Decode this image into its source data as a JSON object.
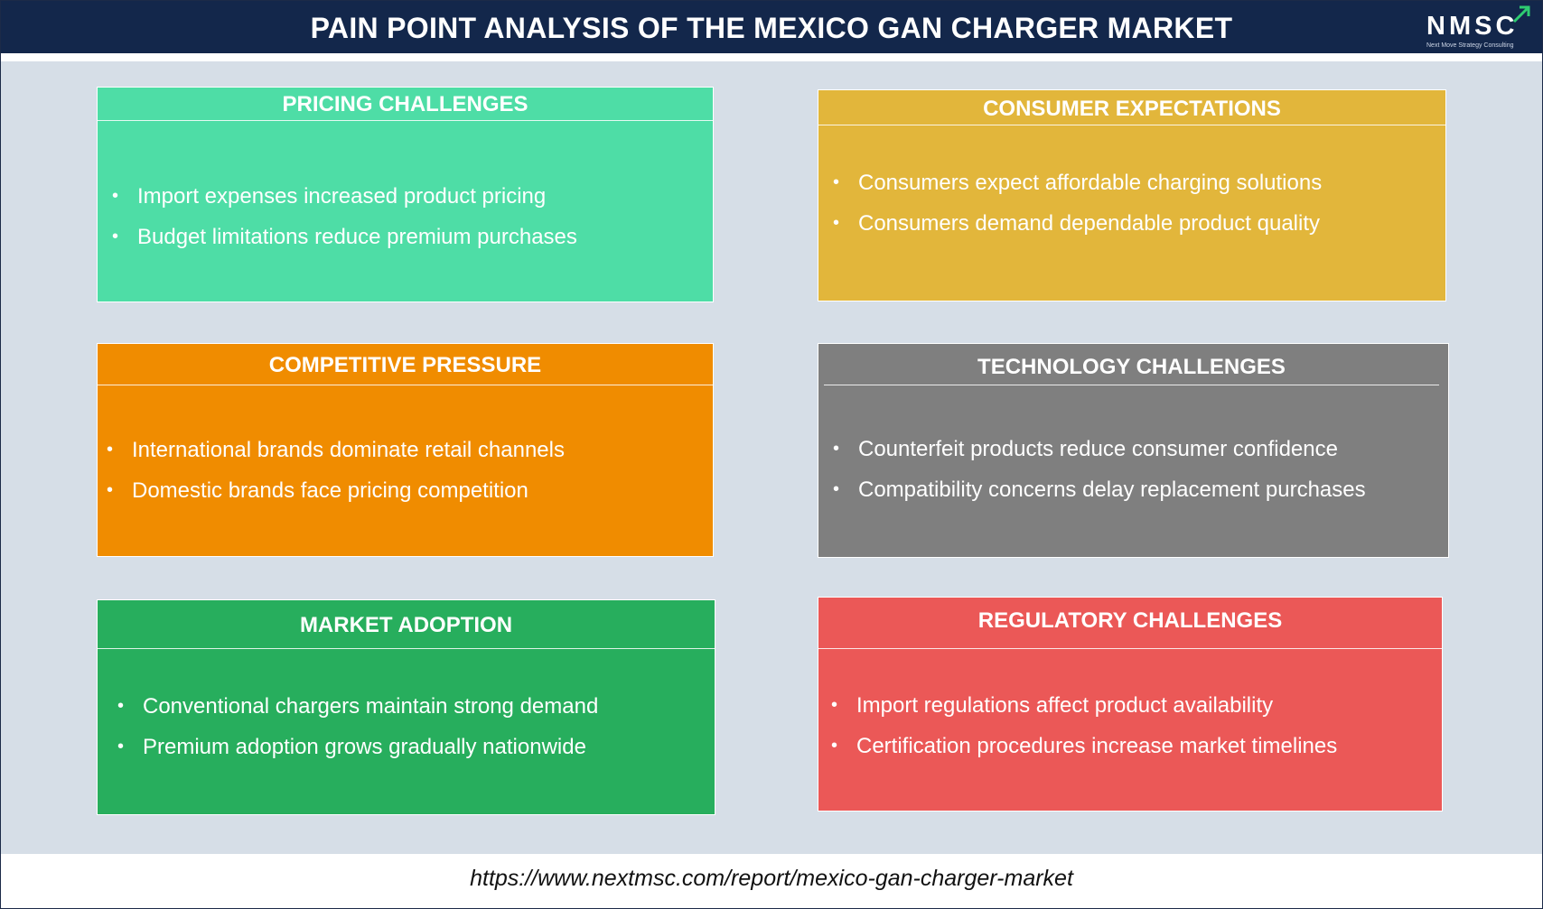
{
  "header": {
    "title": "PAIN POINT ANALYSIS OF THE MEXICO GAN CHARGER MARKET",
    "logo_text": "NMSC",
    "logo_subtext": "Next Move Strategy Consulting"
  },
  "colors": {
    "header_bg": "#13274b",
    "content_bg": "#d6dee7",
    "pricing": "#4edda6",
    "consumer": "#e2b63b",
    "competitive": "#f08c00",
    "technology": "#7f7f7f",
    "adoption": "#27ae5d",
    "regulatory": "#eb5857"
  },
  "cards": {
    "pricing": {
      "title": "PRICING CHALLENGES",
      "items": [
        "Import expenses increased product pricing",
        "Budget limitations reduce premium purchases"
      ]
    },
    "consumer": {
      "title": "CONSUMER EXPECTATIONS",
      "items": [
        "Consumers expect affordable charging solutions",
        "Consumers demand dependable product quality"
      ]
    },
    "competitive": {
      "title": "COMPETITIVE PRESSURE",
      "items": [
        "International brands dominate retail channels",
        "Domestic brands face pricing competition"
      ]
    },
    "technology": {
      "title": "TECHNOLOGY CHALLENGES",
      "items": [
        "Counterfeit products reduce consumer confidence",
        "Compatibility concerns delay replacement purchases"
      ]
    },
    "adoption": {
      "title": "MARKET ADOPTION",
      "items": [
        "Conventional chargers maintain strong demand",
        "Premium adoption grows gradually nationwide"
      ]
    },
    "regulatory": {
      "title": "REGULATORY CHALLENGES",
      "items": [
        "Import regulations affect product availability",
        "Certification procedures increase market timelines"
      ]
    }
  },
  "footer": {
    "url": "https://www.nextmsc.com/report/mexico-gan-charger-market"
  }
}
